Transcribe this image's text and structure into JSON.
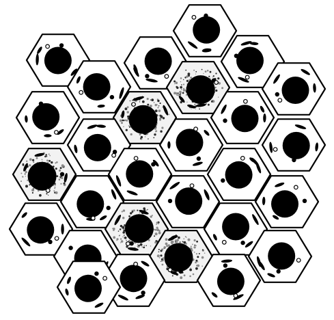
{
  "figure": {
    "description_visible_text": "",
    "colors": {
      "outline": "#000000",
      "nucleus": "#000000",
      "background": "#ffffff",
      "textured_fill": "#f2f2f2"
    }
  },
  "cells": [
    {
      "id": "c1",
      "style": "plain"
    },
    {
      "id": "c2",
      "style": "plain"
    },
    {
      "id": "c3",
      "style": "plain"
    },
    {
      "id": "c4",
      "style": "plain"
    },
    {
      "id": "c5",
      "style": "textured"
    },
    {
      "id": "c6",
      "style": "plain"
    },
    {
      "id": "c7",
      "style": "plain"
    },
    {
      "id": "c8",
      "style": "plain"
    },
    {
      "id": "c9",
      "style": "textured"
    },
    {
      "id": "c10",
      "style": "plain"
    },
    {
      "id": "c11",
      "style": "plain"
    },
    {
      "id": "c12",
      "style": "plain"
    },
    {
      "id": "c13",
      "style": "plain"
    },
    {
      "id": "c14",
      "style": "textured"
    },
    {
      "id": "c15",
      "style": "plain"
    },
    {
      "id": "c16",
      "style": "plain"
    },
    {
      "id": "c17",
      "style": "plain"
    },
    {
      "id": "c18",
      "style": "plain"
    },
    {
      "id": "c19",
      "style": "plain"
    },
    {
      "id": "c20",
      "style": "plain"
    },
    {
      "id": "c21",
      "style": "textured"
    },
    {
      "id": "c22",
      "style": "plain"
    },
    {
      "id": "c23",
      "style": "plain"
    },
    {
      "id": "c24",
      "style": "textured"
    },
    {
      "id": "c25",
      "style": "plain"
    },
    {
      "id": "c26",
      "style": "plain"
    },
    {
      "id": "c27",
      "style": "plain"
    },
    {
      "id": "c28",
      "style": "plain"
    }
  ]
}
